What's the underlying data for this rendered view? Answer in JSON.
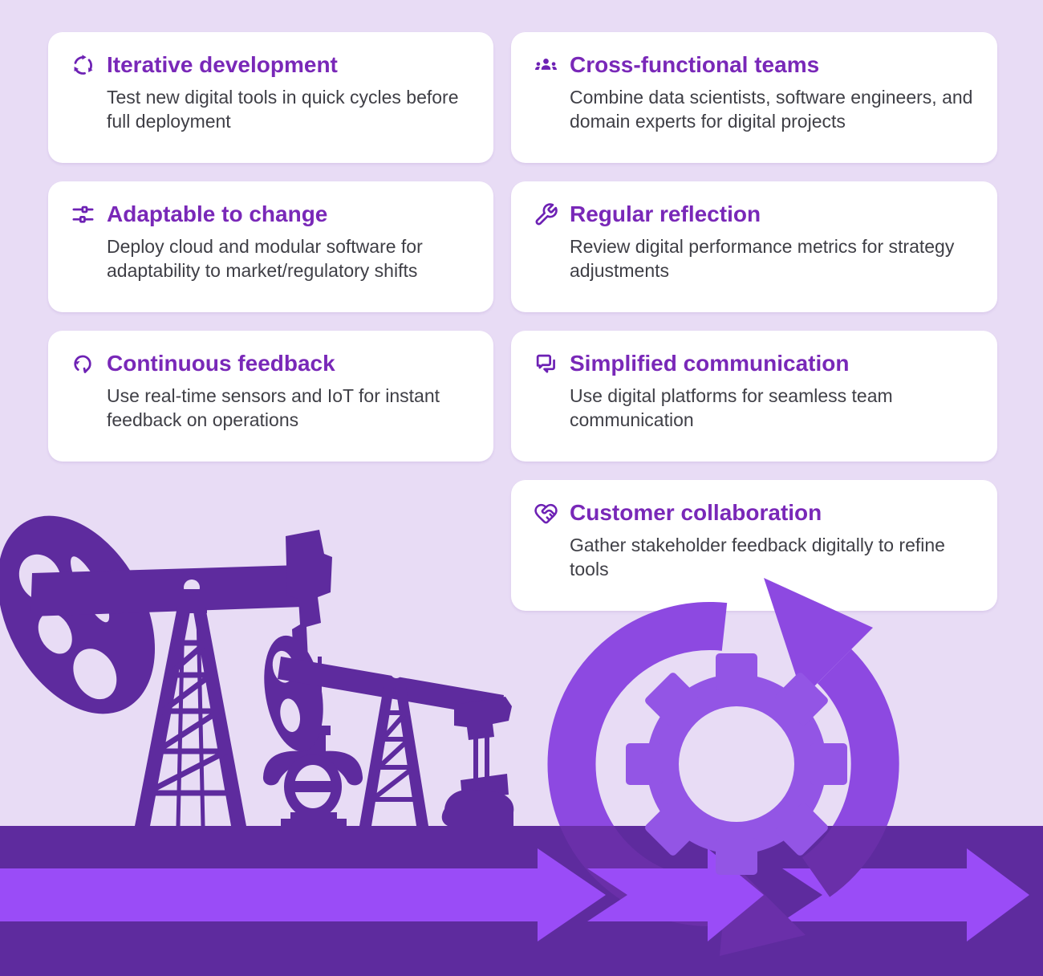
{
  "colors": {
    "background": "#e8dcf5",
    "card_background": "#ffffff",
    "title_text": "#7928b8",
    "body_text": "#3f3f46",
    "icon_stroke": "#6d21b4",
    "silhouette_and_band": "#5e2b9e",
    "forward_arrows": "#9a4cf7",
    "cycle_ring_bright": "#8d49e1",
    "cycle_ring_dark": "#6a2fa9",
    "gear": "#9355e5"
  },
  "cards": [
    {
      "icon": "iteration-cycle-icon",
      "title": "Iterative development",
      "description": "Test new digital tools in quick cycles before full deployment"
    },
    {
      "icon": "team-users-icon",
      "title": "Cross-functional teams",
      "description": "Combine data scientists, software engineers, and domain experts for digital projects"
    },
    {
      "icon": "sliders-icon",
      "title": "Adaptable to change",
      "description": "Deploy cloud and modular software for adaptability to market/regulatory shifts"
    },
    {
      "icon": "wrench-icon",
      "title": "Regular reflection",
      "description": "Review digital performance metrics for strategy adjustments"
    },
    {
      "icon": "feedback-loop-icon",
      "title": "Continuous feedback",
      "description": "Use real-time sensors and IoT for instant feedback on operations"
    },
    {
      "icon": "chat-bubbles-icon",
      "title": "Simplified communication",
      "description": "Use digital platforms for seamless team communication"
    },
    {
      "icon": "handshake-icon",
      "title": "Customer collaboration",
      "description": "Gather stakeholder feedback digitally to refine tools"
    }
  ],
  "illustration": {
    "scene": "oil-pumpjacks-ground-band-forward-arrows-agile-cycle-gear"
  }
}
